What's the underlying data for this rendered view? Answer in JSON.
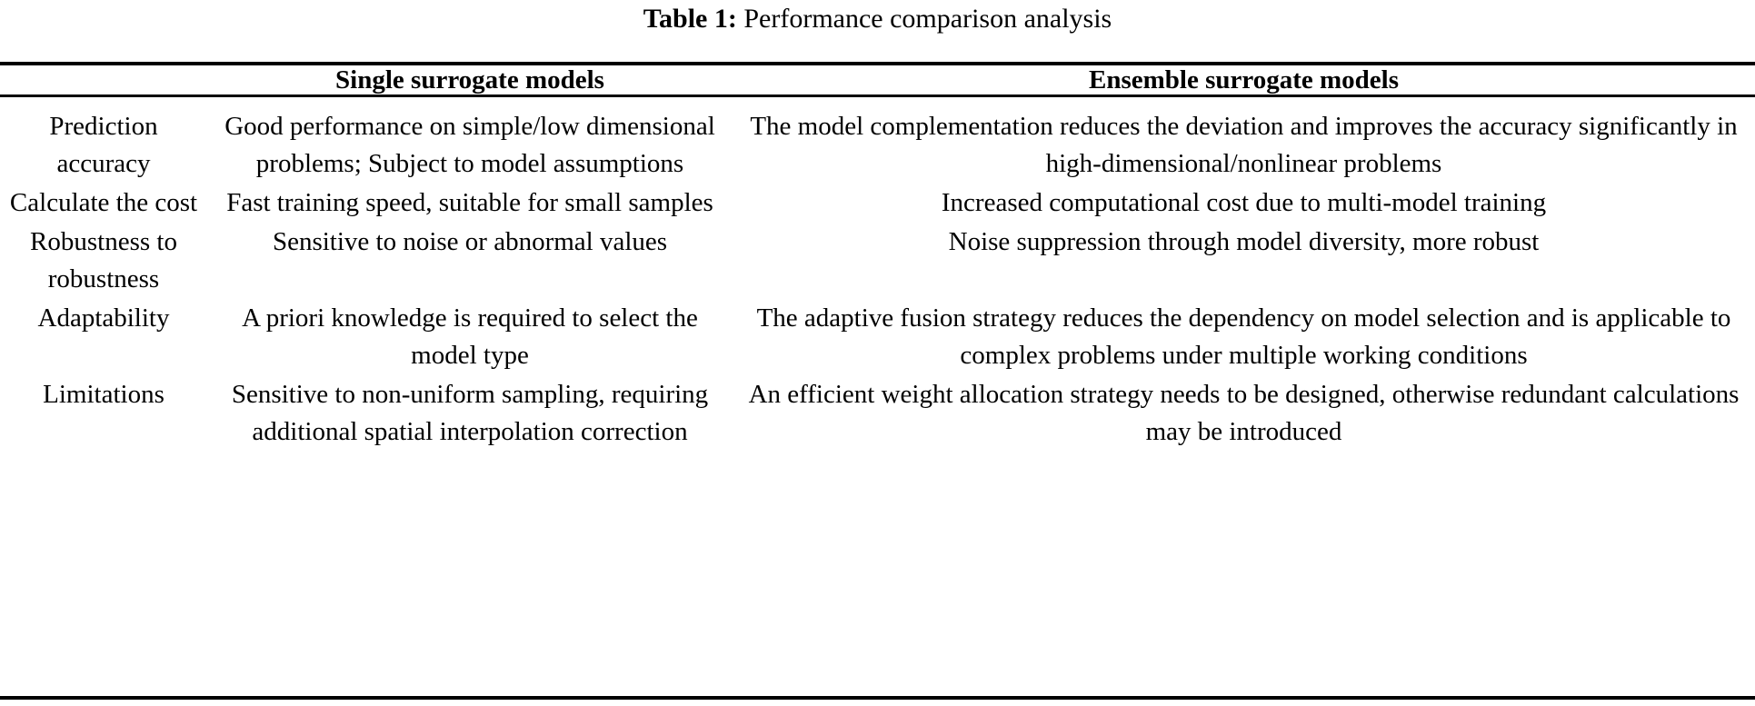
{
  "caption": {
    "label": "Table 1:",
    "text": " Performance comparison analysis"
  },
  "table": {
    "headers": {
      "row_label": "",
      "single": "Single surrogate models",
      "ensemble": "Ensemble surrogate models"
    },
    "rows": [
      {
        "label": "Prediction accuracy",
        "single": "Good performance on simple/low dimensional problems; Subject to model assumptions",
        "ensemble": "The model complementation reduces the deviation and improves the accuracy significantly in high-dimensional/nonlinear problems"
      },
      {
        "label": "Calculate the cost",
        "single": "Fast training speed, suitable for small samples",
        "ensemble": "Increased computational cost due to multi-model training"
      },
      {
        "label": "Robustness to robustness",
        "single": "Sensitive to noise or abnormal values",
        "ensemble": "Noise suppression through model diversity, more robust"
      },
      {
        "label": "Adaptability",
        "single": "A priori knowledge is required to select the model type",
        "ensemble": "The adaptive fusion strategy reduces the dependency on model selection and is applicable to complex problems under multiple working conditions"
      },
      {
        "label": "Limitations",
        "single": "Sensitive to non-uniform sampling, requiring additional spatial interpolation correction",
        "ensemble": "An efficient weight allocation strategy needs to be designed, otherwise redundant calculations may be introduced"
      }
    ]
  },
  "style": {
    "text_color": "#000000",
    "rule_color": "#000000",
    "background": "#ffffff"
  }
}
